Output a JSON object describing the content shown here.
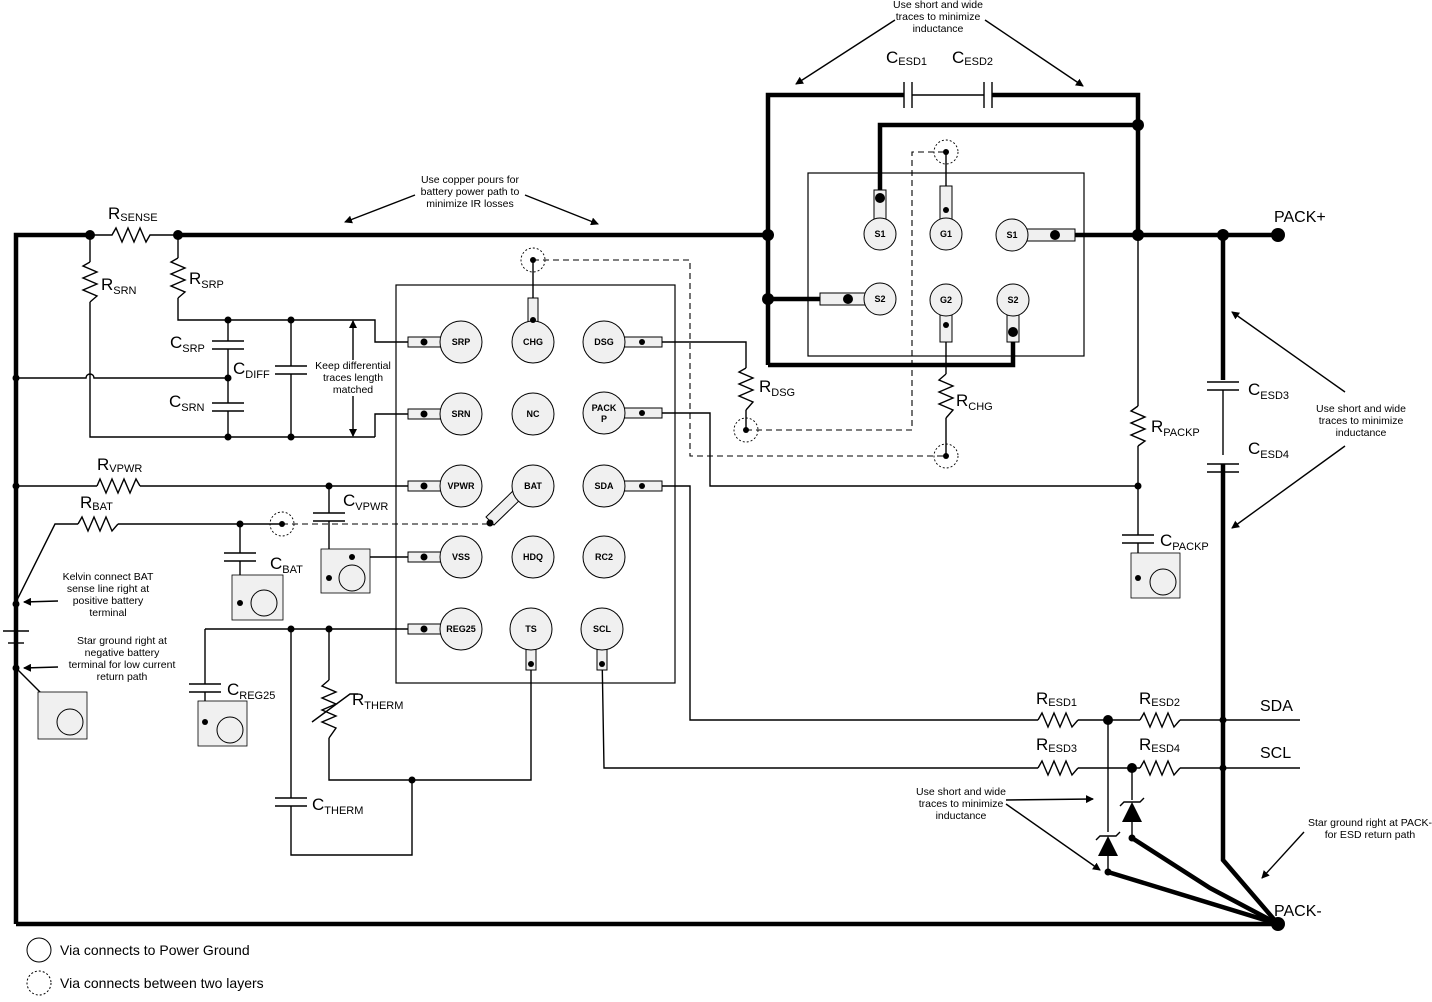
{
  "notes": {
    "top_esd": [
      "Use short and wide",
      "traces to minimize",
      "inductance"
    ],
    "copper": [
      "Use copper pours for",
      "battery power path to",
      "minimize IR losses"
    ],
    "diff": [
      "Keep differential",
      "traces length",
      "matched"
    ],
    "right_esd": [
      "Use short and wide",
      "traces to minimize",
      "inductance"
    ],
    "kelvin": [
      "Kelvin connect BAT",
      "sense line right at",
      "positive battery",
      "terminal"
    ],
    "star_neg": [
      "Star ground right at",
      "negative battery",
      "terminal for low current",
      "return path"
    ],
    "bottom_esd": [
      "Use short and wide",
      "traces to minimize",
      "inductance"
    ],
    "star_pack": [
      "Star ground right at PACK-",
      "for ESD return path"
    ]
  },
  "components": {
    "rsense": {
      "main": "R",
      "sub": "SENSE"
    },
    "rsrn": {
      "main": "R",
      "sub": "SRN"
    },
    "rsrp": {
      "main": "R",
      "sub": "SRP"
    },
    "csrp": {
      "main": "C",
      "sub": "SRP"
    },
    "cdiff": {
      "main": "C",
      "sub": "DIFF"
    },
    "csrn": {
      "main": "C",
      "sub": "SRN"
    },
    "rvpwr": {
      "main": "R",
      "sub": "VPWR"
    },
    "rbat": {
      "main": "R",
      "sub": "BAT"
    },
    "cvpwr": {
      "main": "C",
      "sub": "VPWR"
    },
    "cbat": {
      "main": "C",
      "sub": "BAT"
    },
    "creg25": {
      "main": "C",
      "sub": "REG25"
    },
    "rtherm": {
      "main": "R",
      "sub": "THERM"
    },
    "ctherm": {
      "main": "C",
      "sub": "THERM"
    },
    "rdsg": {
      "main": "R",
      "sub": "DSG"
    },
    "rchg": {
      "main": "R",
      "sub": "CHG"
    },
    "rpackp": {
      "main": "R",
      "sub": "PACKP"
    },
    "cpackp": {
      "main": "C",
      "sub": "PACKP"
    },
    "cesd1": {
      "main": "C",
      "sub": "ESD1"
    },
    "cesd2": {
      "main": "C",
      "sub": "ESD2"
    },
    "cesd3": {
      "main": "C",
      "sub": "ESD3"
    },
    "cesd4": {
      "main": "C",
      "sub": "ESD4"
    },
    "resd1": {
      "main": "R",
      "sub": "ESD1"
    },
    "resd2": {
      "main": "R",
      "sub": "ESD2"
    },
    "resd3": {
      "main": "R",
      "sub": "ESD3"
    },
    "resd4": {
      "main": "R",
      "sub": "ESD4"
    }
  },
  "ic_pins": {
    "srp": "SRP",
    "chg": "CHG",
    "dsg": "DSG",
    "srn": "SRN",
    "nc": "NC",
    "packp1": "PACK",
    "packp2": "P",
    "vpwr": "VPWR",
    "bat": "BAT",
    "sda": "SDA",
    "vss": "VSS",
    "hdq": "HDQ",
    "rc2": "RC2",
    "reg25": "REG25",
    "ts": "TS",
    "scl": "SCL"
  },
  "fet_pins": {
    "s1a": "S1",
    "g1": "G1",
    "s1b": "S1",
    "s2a": "S2",
    "g2": "G2",
    "s2b": "S2"
  },
  "nets": {
    "pack_plus": "PACK+",
    "pack_minus": "PACK-",
    "sda": "SDA",
    "scl": "SCL"
  },
  "legend": {
    "power_ground": "Via connects to Power Ground",
    "between_layers": "Via connects between two layers"
  }
}
